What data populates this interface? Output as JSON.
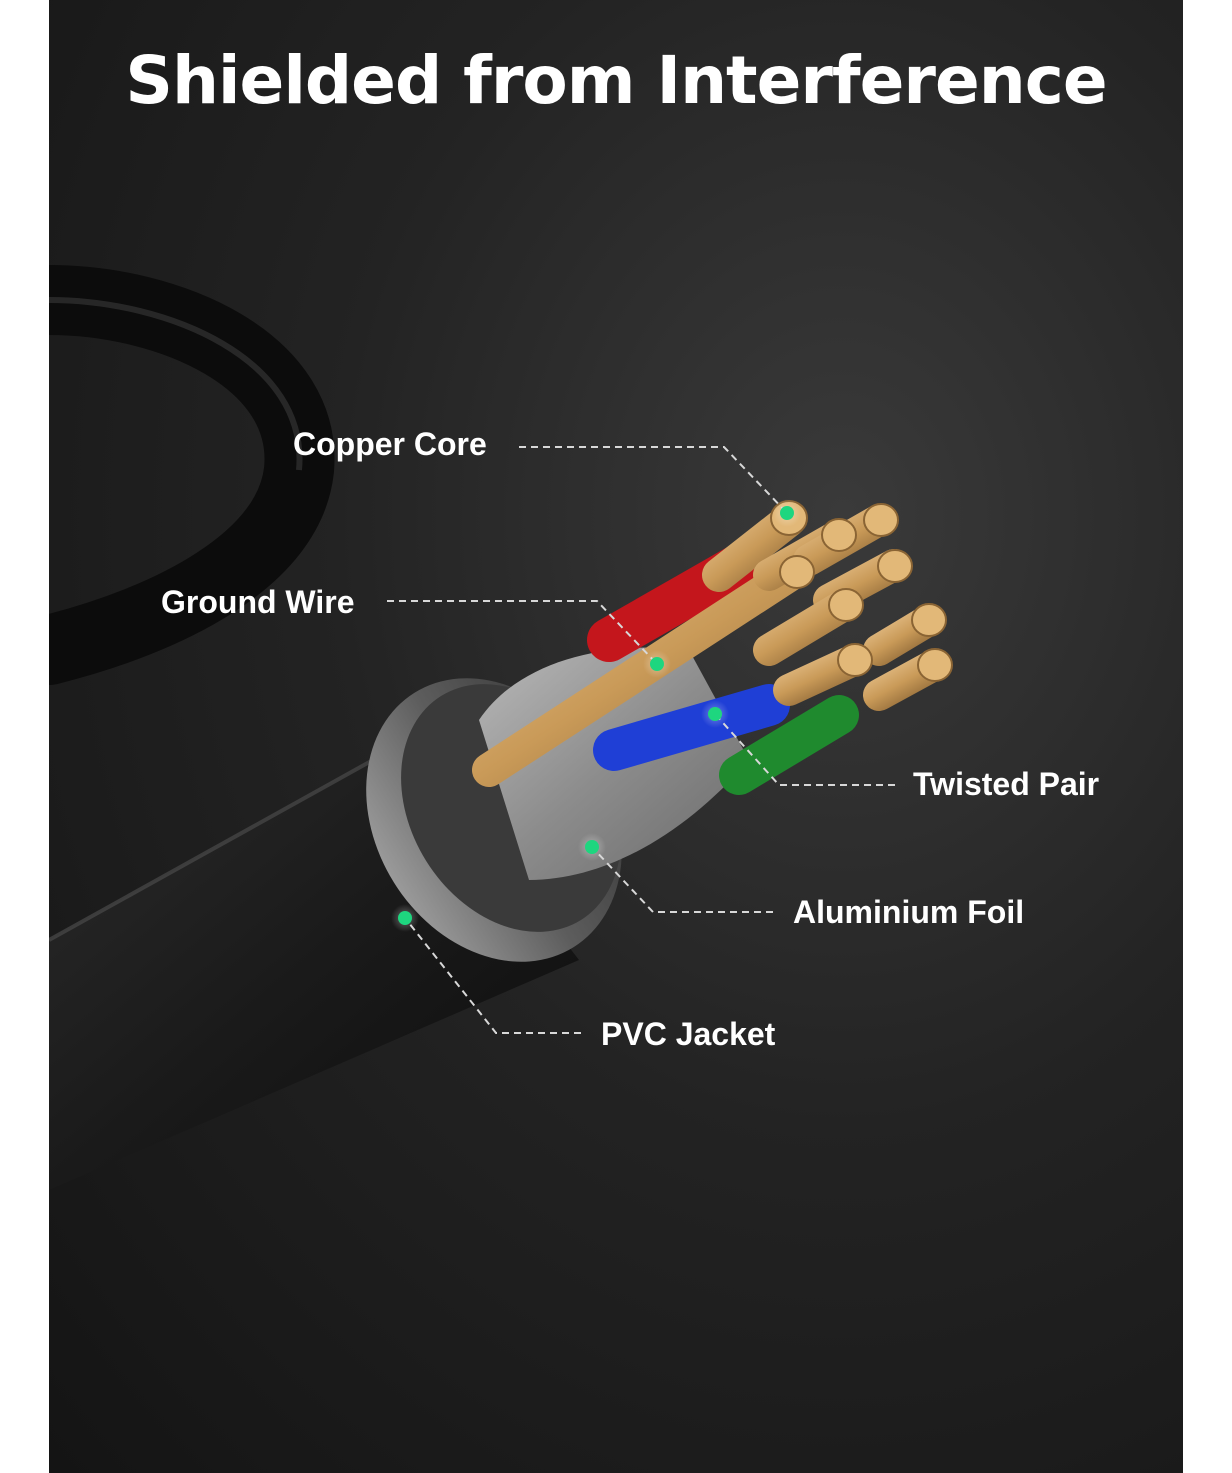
{
  "title": "Shielded from Interference",
  "labels": {
    "copper_core": "Copper Core",
    "ground_wire": "Ground Wire",
    "twisted_pair": "Twisted Pair",
    "aluminium_foil": "Aluminium Foil",
    "pvc_jacket": "PVC Jacket"
  },
  "colors": {
    "marker": "#1ed67f",
    "wire_red": "#c4161c",
    "wire_blue": "#1f3fd6",
    "wire_green": "#1f8a2e",
    "copper": "#c99a58"
  }
}
